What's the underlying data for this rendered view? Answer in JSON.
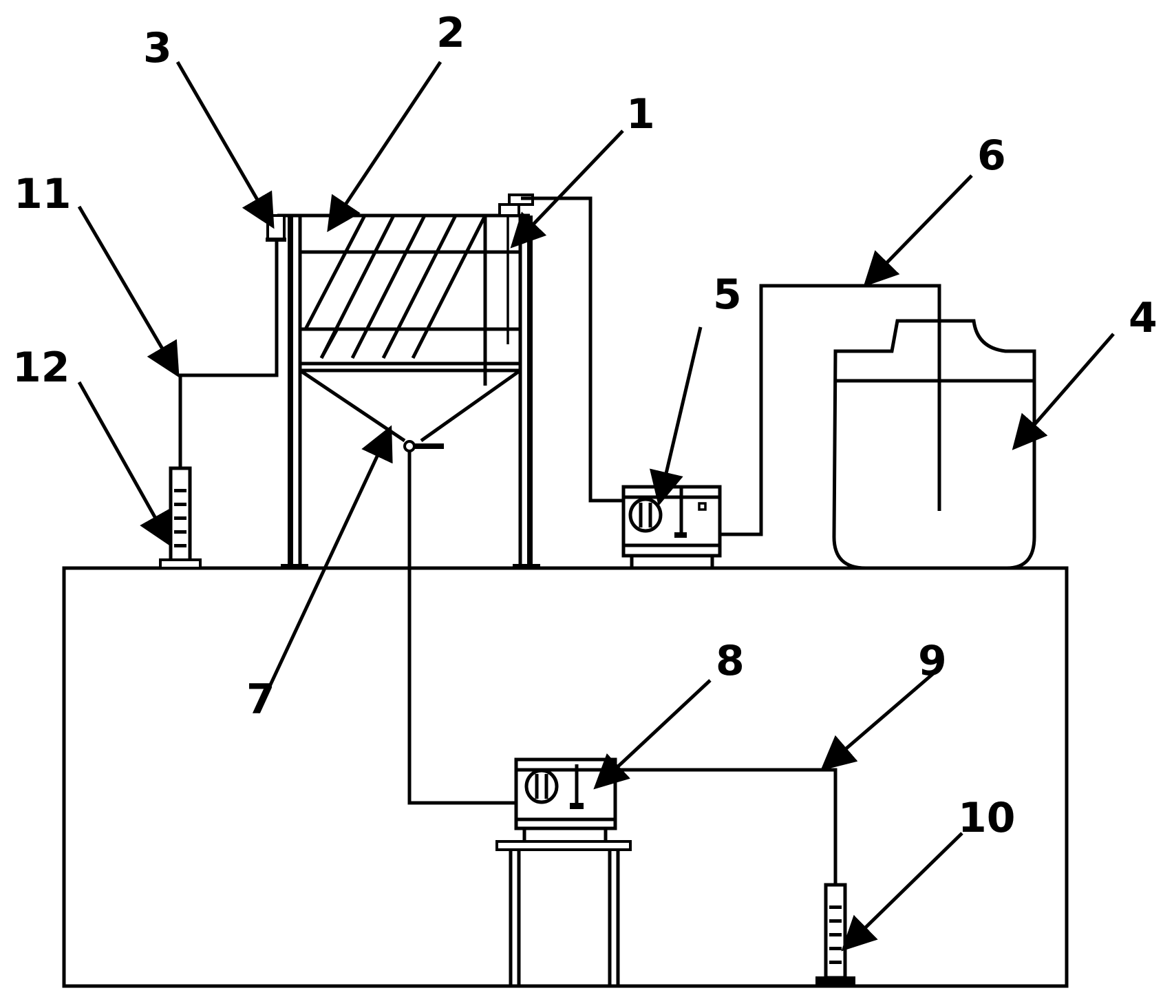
{
  "labels": {
    "l1": "1",
    "l2": "2",
    "l3": "3",
    "l4": "4",
    "l5": "5",
    "l6": "6",
    "l7": "7",
    "l8": "8",
    "l9": "9",
    "l10": "10",
    "l11": "11",
    "l12": "12"
  },
  "colors": {
    "stroke": "#000000",
    "background": "#ffffff"
  }
}
